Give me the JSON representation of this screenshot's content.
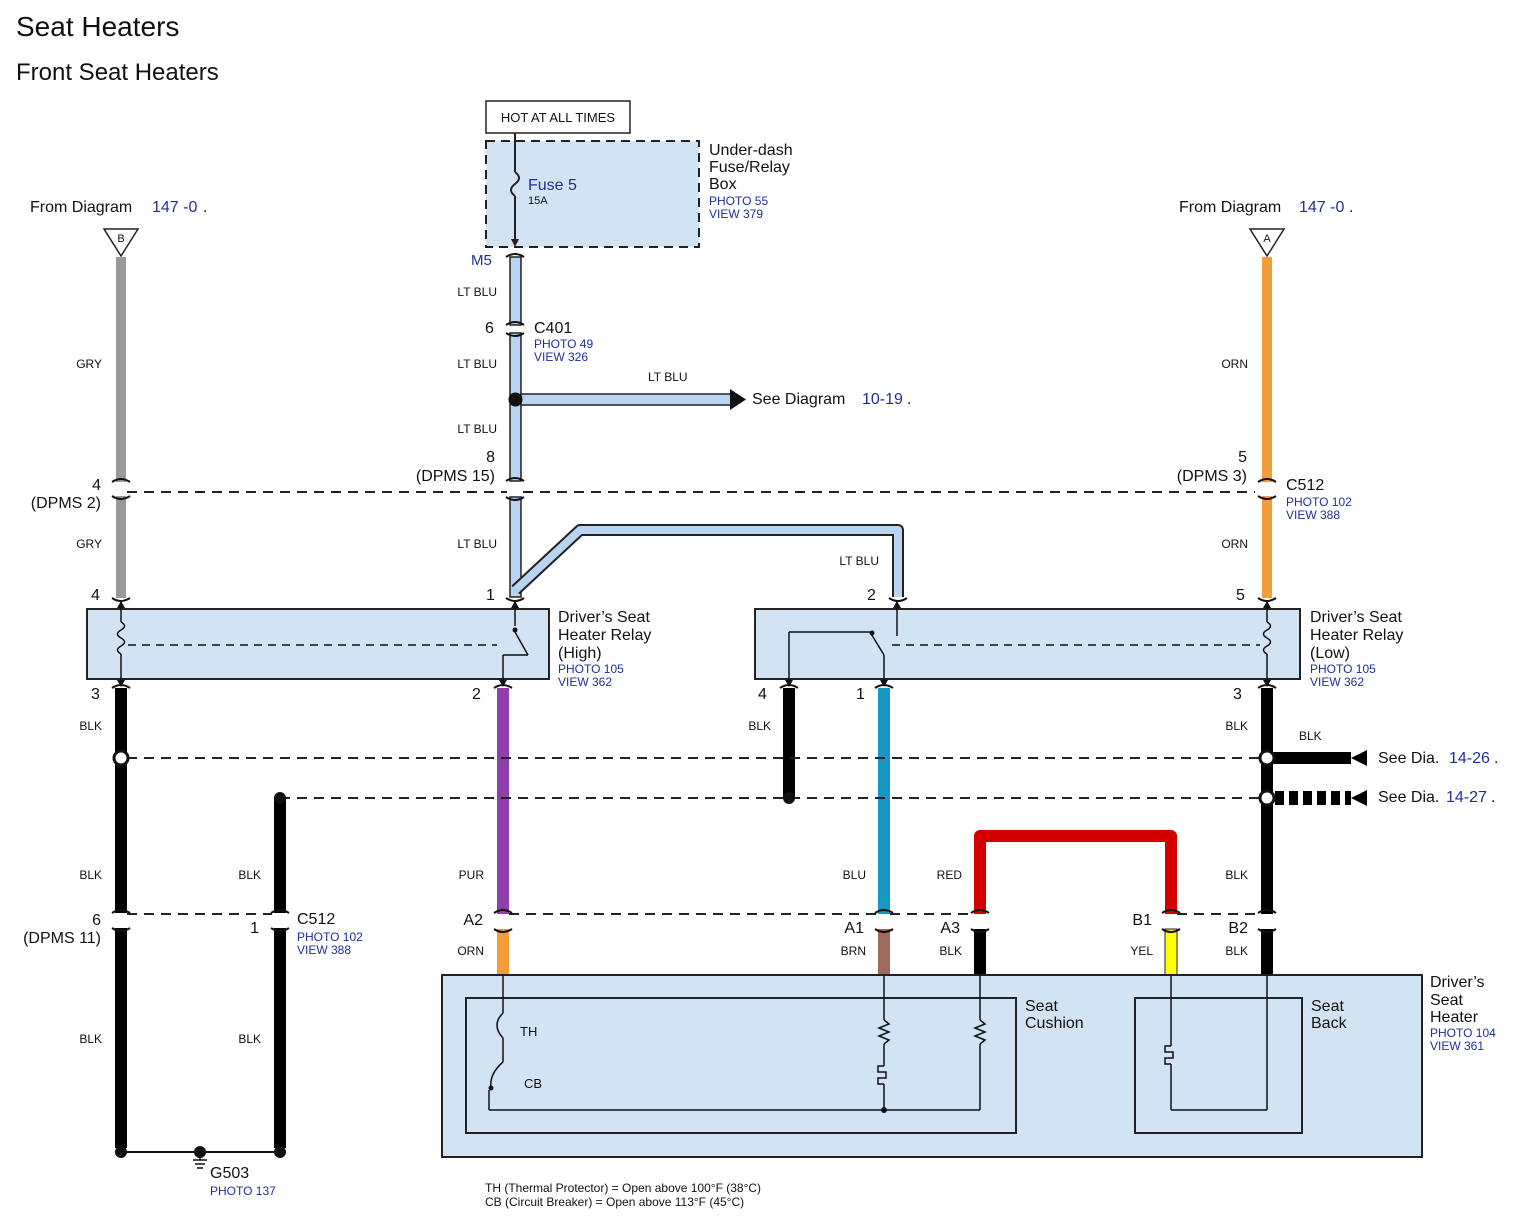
{
  "title": "Seat Heaters",
  "subtitle": "Front Seat Heaters",
  "hot_at_all_times": "HOT AT ALL TIMES",
  "fuse_box": {
    "name_line1": "Under-dash",
    "name_line2": "Fuse/Relay",
    "name_line3": "Box",
    "photo": "PHOTO 55",
    "view": "VIEW 379",
    "fuse_name": "Fuse 5",
    "fuse_rating": "15A",
    "terminal": "M5"
  },
  "from_diagram_left": {
    "text": "From Diagram",
    "ref": "147 -0",
    "dot": ".",
    "marker": "B"
  },
  "from_diagram_right": {
    "text": "From Diagram",
    "ref": "147 -0",
    "dot": ".",
    "marker": "A"
  },
  "c401": {
    "pin": "6",
    "name": "C401",
    "photo": "PHOTO 49",
    "view": "VIEW 326"
  },
  "see_diagram": {
    "text": "See Diagram",
    "ref": "10-19",
    "dot": "."
  },
  "wires": {
    "lt_blu": "LT BLU",
    "gry": "GRY",
    "orn": "ORN",
    "blk": "BLK",
    "pur": "PUR",
    "blu": "BLU",
    "red": "RED",
    "brn": "BRN",
    "yel": "YEL"
  },
  "dpms_row1": {
    "left_pin": "4",
    "left_dpms": "(DPMS 2)",
    "mid_pin": "8",
    "mid_dpms": "(DPMS 15)",
    "right_pin": "5",
    "right_dpms": "(DPMS 3)",
    "connector": "C512",
    "photo": "PHOTO 102",
    "view": "VIEW 388"
  },
  "relay_high": {
    "pin_left_top": "4",
    "pin_right_top": "1",
    "pin_left_bottom": "3",
    "pin_right_bottom": "2",
    "name_line1": "Driver’s Seat",
    "name_line2": "Heater Relay",
    "name_line3": "(High)",
    "photo": "PHOTO 105",
    "view": "VIEW 362"
  },
  "relay_low": {
    "pin_left_top": "2",
    "pin_right_top": "5",
    "pin_left_bottom": "4",
    "pin_mid_bottom": "1",
    "pin_right_bottom": "3",
    "name_line1": "Driver’s Seat",
    "name_line2": "Heater Relay",
    "name_line3": "(Low)",
    "photo": "PHOTO 105",
    "view": "VIEW 362"
  },
  "see_dia_1": {
    "text": "See Dia.",
    "ref": "14-26",
    "dot": "."
  },
  "see_dia_2": {
    "text": "See Dia.",
    "ref": "14-27",
    "dot": "."
  },
  "dpms_row2": {
    "left_pin": "6",
    "left_dpms": "(DPMS 11)",
    "pin_1": "1",
    "connector": "C512",
    "photo": "PHOTO 102",
    "view": "VIEW 388",
    "a2": "A2",
    "a1": "A1",
    "a3": "A3",
    "b1": "B1",
    "b2": "B2"
  },
  "seat_heater": {
    "name_line1": "Driver’s",
    "name_line2": "Seat",
    "name_line3": "Heater",
    "photo": "PHOTO 104",
    "view": "VIEW 361",
    "cushion_line1": "Seat",
    "cushion_line2": "Cushion",
    "back_line1": "Seat",
    "back_line2": "Back",
    "th": "TH",
    "cb": "CB"
  },
  "ground": {
    "name": "G503",
    "photo": "PHOTO 137"
  },
  "notes": {
    "line1": "TH (Thermal Protector) = Open above 100°F (38°C)",
    "line2": "CB (Circuit Breaker) = Open above 113°F (45°C)"
  },
  "colors": {
    "lt_blu": "#b8d4f0",
    "gry": "#999999",
    "orn": "#f39c3a",
    "blk": "#000000",
    "pur": "#8e3fa8",
    "blu": "#1599c4",
    "red": "#d40000",
    "brn": "#9e6a5e",
    "yel": "#ffff00",
    "box": "#d2e3f4",
    "link": "#1f2f9a"
  }
}
